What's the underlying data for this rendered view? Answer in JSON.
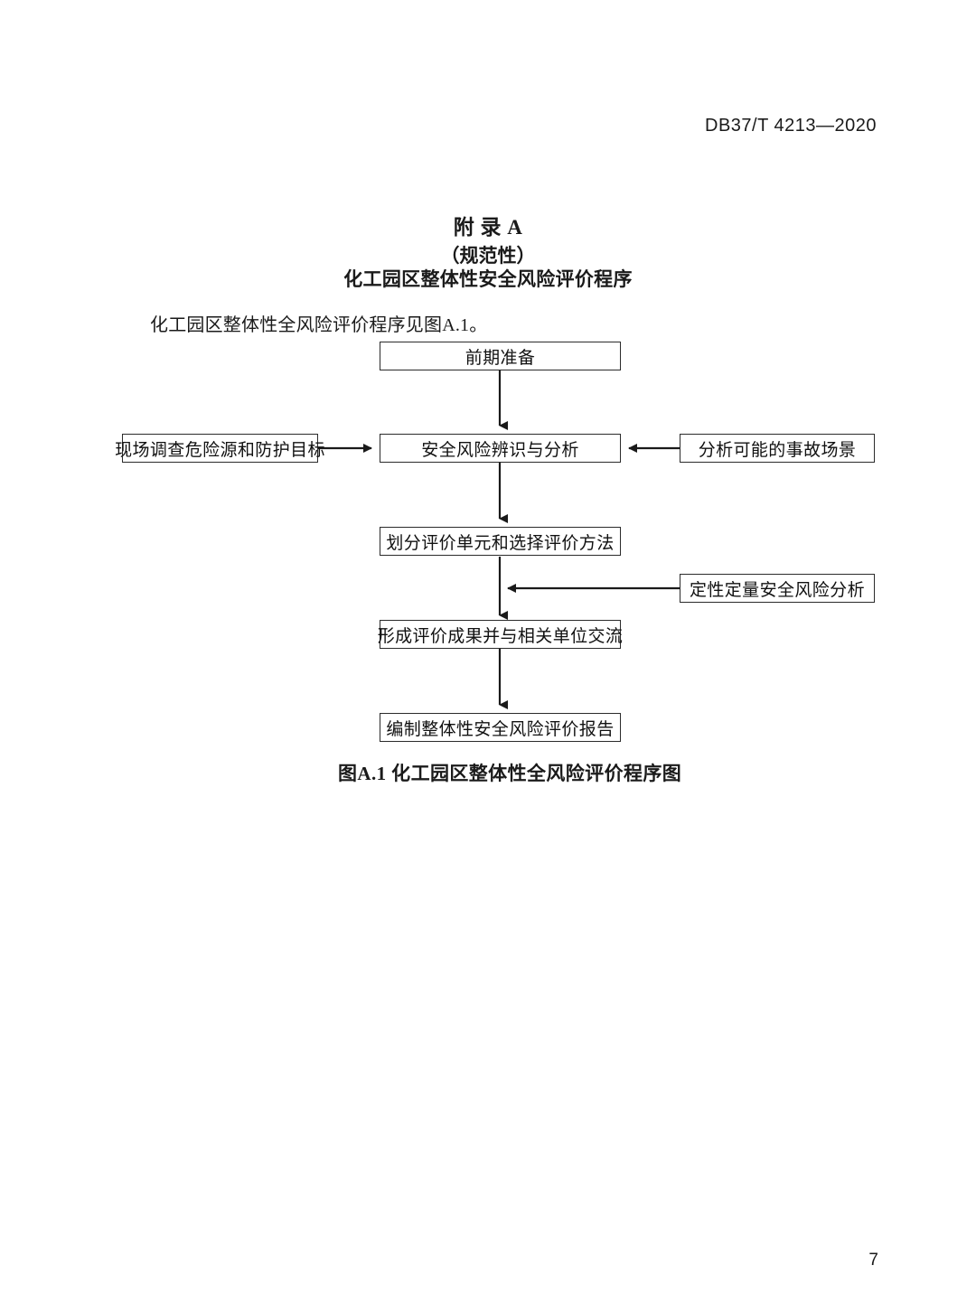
{
  "document": {
    "header_code": "DB37/T 4213—2020",
    "page_number": "7"
  },
  "annex": {
    "title": "附  录  A",
    "kind": "（规范性）",
    "subject": "化工园区整体性安全风险评价程序",
    "intro": "化工园区整体性全风险评价程序见图A.1。"
  },
  "figure": {
    "caption": "图A.1   化工园区整体性全风险评价程序图",
    "nodes": [
      {
        "id": "n1",
        "label": "前期准备"
      },
      {
        "id": "n2",
        "label": "现场调查危险源和防护目标"
      },
      {
        "id": "n3",
        "label": "安全风险辨识与分析"
      },
      {
        "id": "n4",
        "label": "分析可能的事故场景"
      },
      {
        "id": "n5",
        "label": "划分评价单元和选择评价方法"
      },
      {
        "id": "n6",
        "label": "定性定量安全风险分析"
      },
      {
        "id": "n7",
        "label": "形成评价成果并与相关单位交流"
      },
      {
        "id": "n8",
        "label": "编制整体性安全风险评价报告"
      }
    ],
    "edges": [
      {
        "from": "n1",
        "to": "n3",
        "direction": "down"
      },
      {
        "from": "n2",
        "to": "n3",
        "direction": "right"
      },
      {
        "from": "n4",
        "to": "n3",
        "direction": "left"
      },
      {
        "from": "n3",
        "to": "n5",
        "direction": "down"
      },
      {
        "from": "n5",
        "to": "n7",
        "direction": "down"
      },
      {
        "from": "n6",
        "to": "n7",
        "direction": "left"
      },
      {
        "from": "n7",
        "to": "n8",
        "direction": "down"
      }
    ]
  },
  "colors": {
    "text": "#1a1a1a",
    "box_border": "#2b2b2b",
    "connector": "#1a1a1a",
    "page_background": "#ffffff"
  }
}
